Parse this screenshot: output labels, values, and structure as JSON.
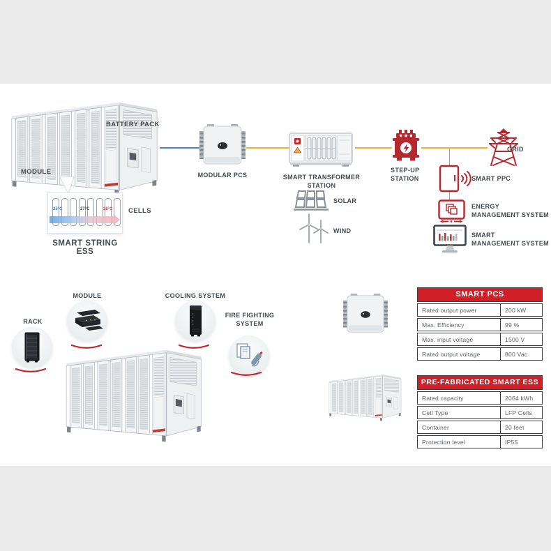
{
  "colors": {
    "accent_red": "#c4242b",
    "table_header_red": "#d01f26",
    "line_blue": "#4a7fc1",
    "line_yellow": "#edb02c",
    "band_gray": "#ebebeb"
  },
  "flow": {
    "battery_pack": "BATTERY PACK",
    "module": "MODULE",
    "cells": "CELLS",
    "temps": [
      "25°C",
      "27°C",
      "28°C"
    ],
    "ess_title": "SMART STRING ESS",
    "modular_pcs": "MODULAR PCS",
    "transformer": "SMART TRANSFORMER STATION",
    "stepup1": "STEP-UP",
    "stepup2": "STATION",
    "grid": "GRID",
    "ppc": "SMART PPC",
    "ems1": "ENERGY",
    "ems2": "MANAGEMENT SYSTEM",
    "sms1": "SMART",
    "sms2": "MANAGEMENT SYSTEM",
    "solar": "SOLAR",
    "wind": "WIND"
  },
  "callouts": {
    "rack": "RACK",
    "module": "MODULE",
    "cooling": "COOLING SYSTEM",
    "fire1": "FIRE FIGHTING",
    "fire2": "SYSTEM"
  },
  "pcs_table": {
    "title": "SMART PCS",
    "rows": [
      {
        "label": "Rated output power",
        "value": "200 kW"
      },
      {
        "label": "Max. Efficiency",
        "value": "99 %"
      },
      {
        "label": "Max. input voltage",
        "value": "1500 V"
      },
      {
        "label": "Rated output voltage",
        "value": "800 Vac"
      }
    ]
  },
  "ess_table": {
    "title": "PRE-FABRICATED SMART ESS",
    "rows": [
      {
        "label": "Rated capacity",
        "value": "2064 kWh"
      },
      {
        "label": "Cell Type",
        "value": "LFP Cells"
      },
      {
        "label": "Container",
        "value": "20 feet"
      },
      {
        "label": "Protection level",
        "value": "IP55"
      }
    ]
  }
}
